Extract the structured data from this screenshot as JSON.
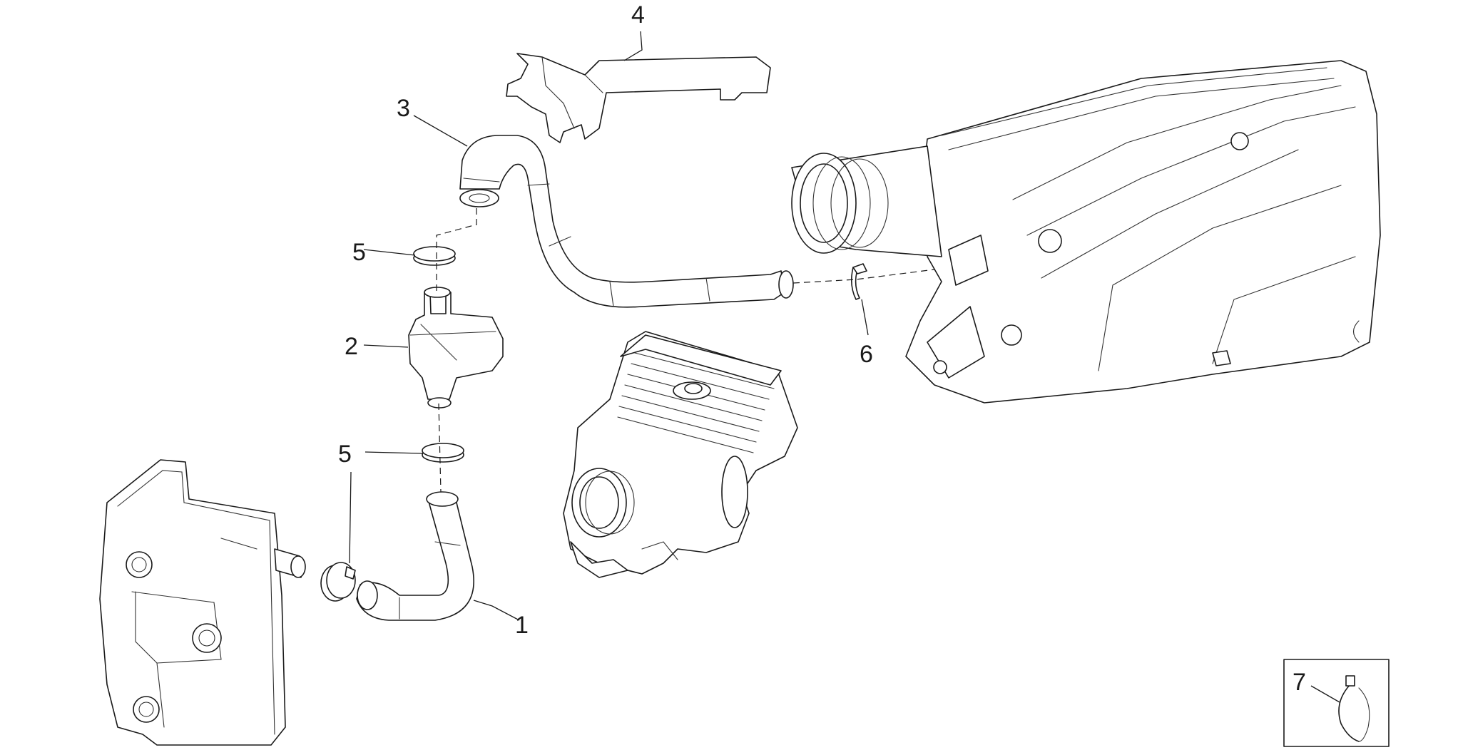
{
  "callouts": [
    {
      "id": "c1",
      "text": "1"
    },
    {
      "id": "c2",
      "text": "2"
    },
    {
      "id": "c3",
      "text": "3"
    },
    {
      "id": "c4",
      "text": "4"
    },
    {
      "id": "c5a",
      "text": "5"
    },
    {
      "id": "c5b",
      "text": "5"
    },
    {
      "id": "c6",
      "text": "6"
    },
    {
      "id": "c7",
      "text": "7"
    }
  ]
}
